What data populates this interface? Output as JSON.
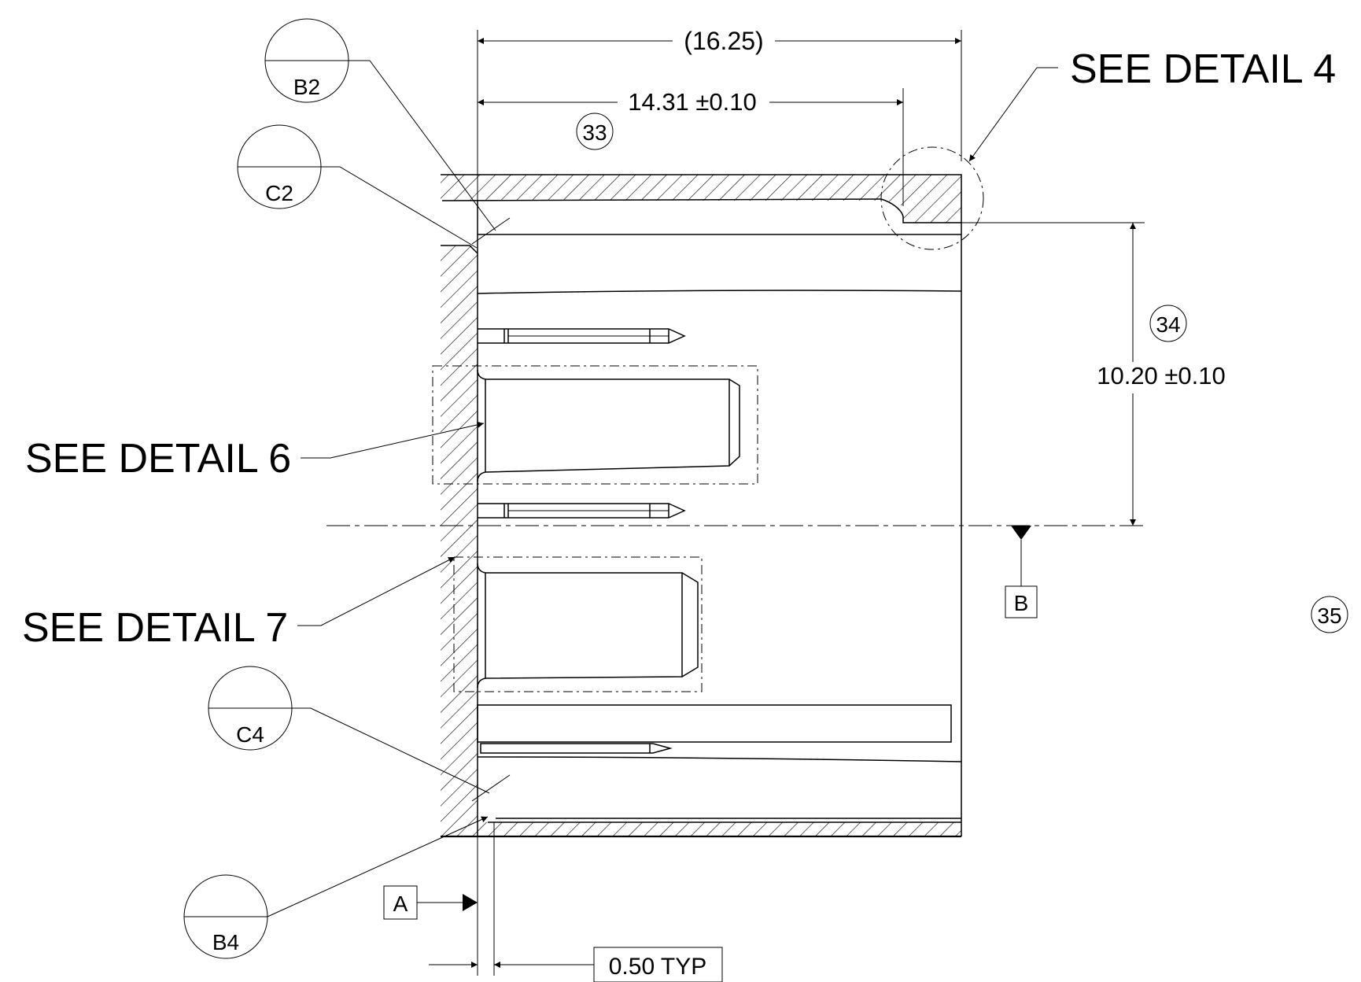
{
  "dimensions": {
    "overall_length": "(16.25)",
    "inner_length": "14.31 ±0.10",
    "height": "10.20 ±0.10",
    "wall": "0.50 TYP"
  },
  "balloons": {
    "b33": "33",
    "b34": "34",
    "b35": "35"
  },
  "zone_refs": {
    "b2": "B2",
    "c2": "C2",
    "c4": "C4",
    "b4": "B4"
  },
  "callouts": {
    "detail4": "SEE DETAIL 4",
    "detail6": "SEE DETAIL 6",
    "detail7": "SEE DETAIL 7"
  },
  "datums": {
    "a": "A",
    "b": "B"
  }
}
